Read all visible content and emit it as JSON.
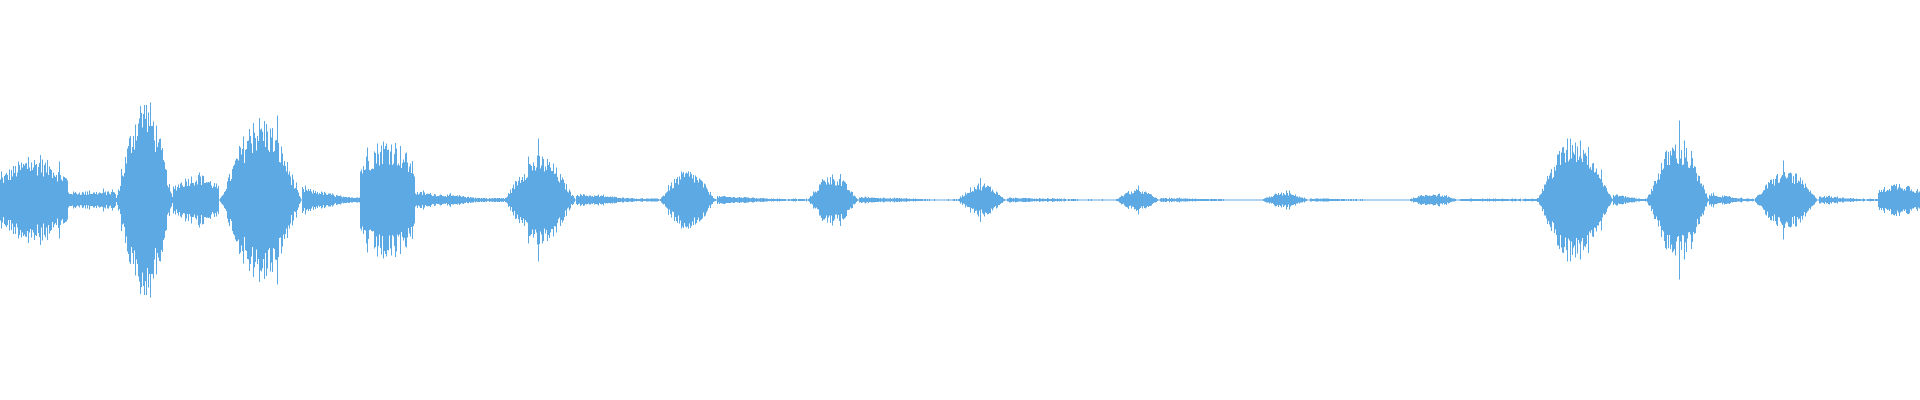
{
  "waveform": {
    "color": "#5DA9E4",
    "background": "#FFFFFF",
    "channels": 1,
    "peak_amplitude_scale": [
      -1,
      1
    ],
    "segments": [
      {
        "start": 0.0,
        "end": 0.035,
        "amp": 0.2,
        "shape": "plateau"
      },
      {
        "start": 0.035,
        "end": 0.06,
        "amp": 0.04,
        "shape": "flat"
      },
      {
        "start": 0.06,
        "end": 0.09,
        "amp": 0.48,
        "shape": "peak"
      },
      {
        "start": 0.09,
        "end": 0.114,
        "amp": 0.12,
        "shape": "plateau"
      },
      {
        "start": 0.114,
        "end": 0.157,
        "amp": 0.39,
        "shape": "peak"
      },
      {
        "start": 0.157,
        "end": 0.187,
        "amp": 0.06,
        "shape": "tail"
      },
      {
        "start": 0.187,
        "end": 0.216,
        "amp": 0.29,
        "shape": "plateau"
      },
      {
        "start": 0.216,
        "end": 0.262,
        "amp": 0.04,
        "shape": "tail"
      },
      {
        "start": 0.262,
        "end": 0.3,
        "amp": 0.21,
        "shape": "peak"
      },
      {
        "start": 0.3,
        "end": 0.343,
        "amp": 0.03,
        "shape": "tail"
      },
      {
        "start": 0.343,
        "end": 0.373,
        "amp": 0.14,
        "shape": "peak"
      },
      {
        "start": 0.373,
        "end": 0.42,
        "amp": 0.02,
        "shape": "tail"
      },
      {
        "start": 0.42,
        "end": 0.447,
        "amp": 0.12,
        "shape": "peak"
      },
      {
        "start": 0.447,
        "end": 0.498,
        "amp": 0.015,
        "shape": "tail"
      },
      {
        "start": 0.498,
        "end": 0.524,
        "amp": 0.08,
        "shape": "peak"
      },
      {
        "start": 0.524,
        "end": 0.58,
        "amp": 0.012,
        "shape": "tail"
      },
      {
        "start": 0.58,
        "end": 0.604,
        "amp": 0.05,
        "shape": "peak"
      },
      {
        "start": 0.604,
        "end": 0.656,
        "amp": 0.01,
        "shape": "tail"
      },
      {
        "start": 0.656,
        "end": 0.682,
        "amp": 0.035,
        "shape": "peak"
      },
      {
        "start": 0.682,
        "end": 0.732,
        "amp": 0.008,
        "shape": "tail"
      },
      {
        "start": 0.732,
        "end": 0.76,
        "amp": 0.03,
        "shape": "peak"
      },
      {
        "start": 0.76,
        "end": 0.815,
        "amp": 0.006,
        "shape": "flat"
      },
      {
        "start": 0.815,
        "end": 0.86,
        "amp": 0.004,
        "shape": "flat"
      },
      {
        "start": 0.86,
        "end": 0.912,
        "amp": 0.004,
        "shape": "flat"
      },
      {
        "start": 0.912,
        "end": 0.945,
        "amp": 0.004,
        "shape": "flat"
      },
      {
        "start": 0.945,
        "end": 1.0,
        "amp": 0.004,
        "shape": "flat"
      }
    ],
    "late_segments": [
      {
        "start": 0.0,
        "end": 0.8,
        "amp": 0.0,
        "shape": "flat"
      },
      {
        "start": 0.8,
        "end": 0.84,
        "amp": 0.3,
        "shape": "peak"
      },
      {
        "start": 0.84,
        "end": 0.857,
        "amp": 0.03,
        "shape": "tail"
      },
      {
        "start": 0.857,
        "end": 0.89,
        "amp": 0.28,
        "shape": "peak"
      },
      {
        "start": 0.89,
        "end": 0.913,
        "amp": 0.03,
        "shape": "tail"
      },
      {
        "start": 0.913,
        "end": 0.947,
        "amp": 0.14,
        "shape": "peak"
      },
      {
        "start": 0.947,
        "end": 0.978,
        "amp": 0.02,
        "shape": "tail"
      },
      {
        "start": 0.978,
        "end": 1.0,
        "amp": 0.08,
        "shape": "plateau"
      }
    ]
  }
}
